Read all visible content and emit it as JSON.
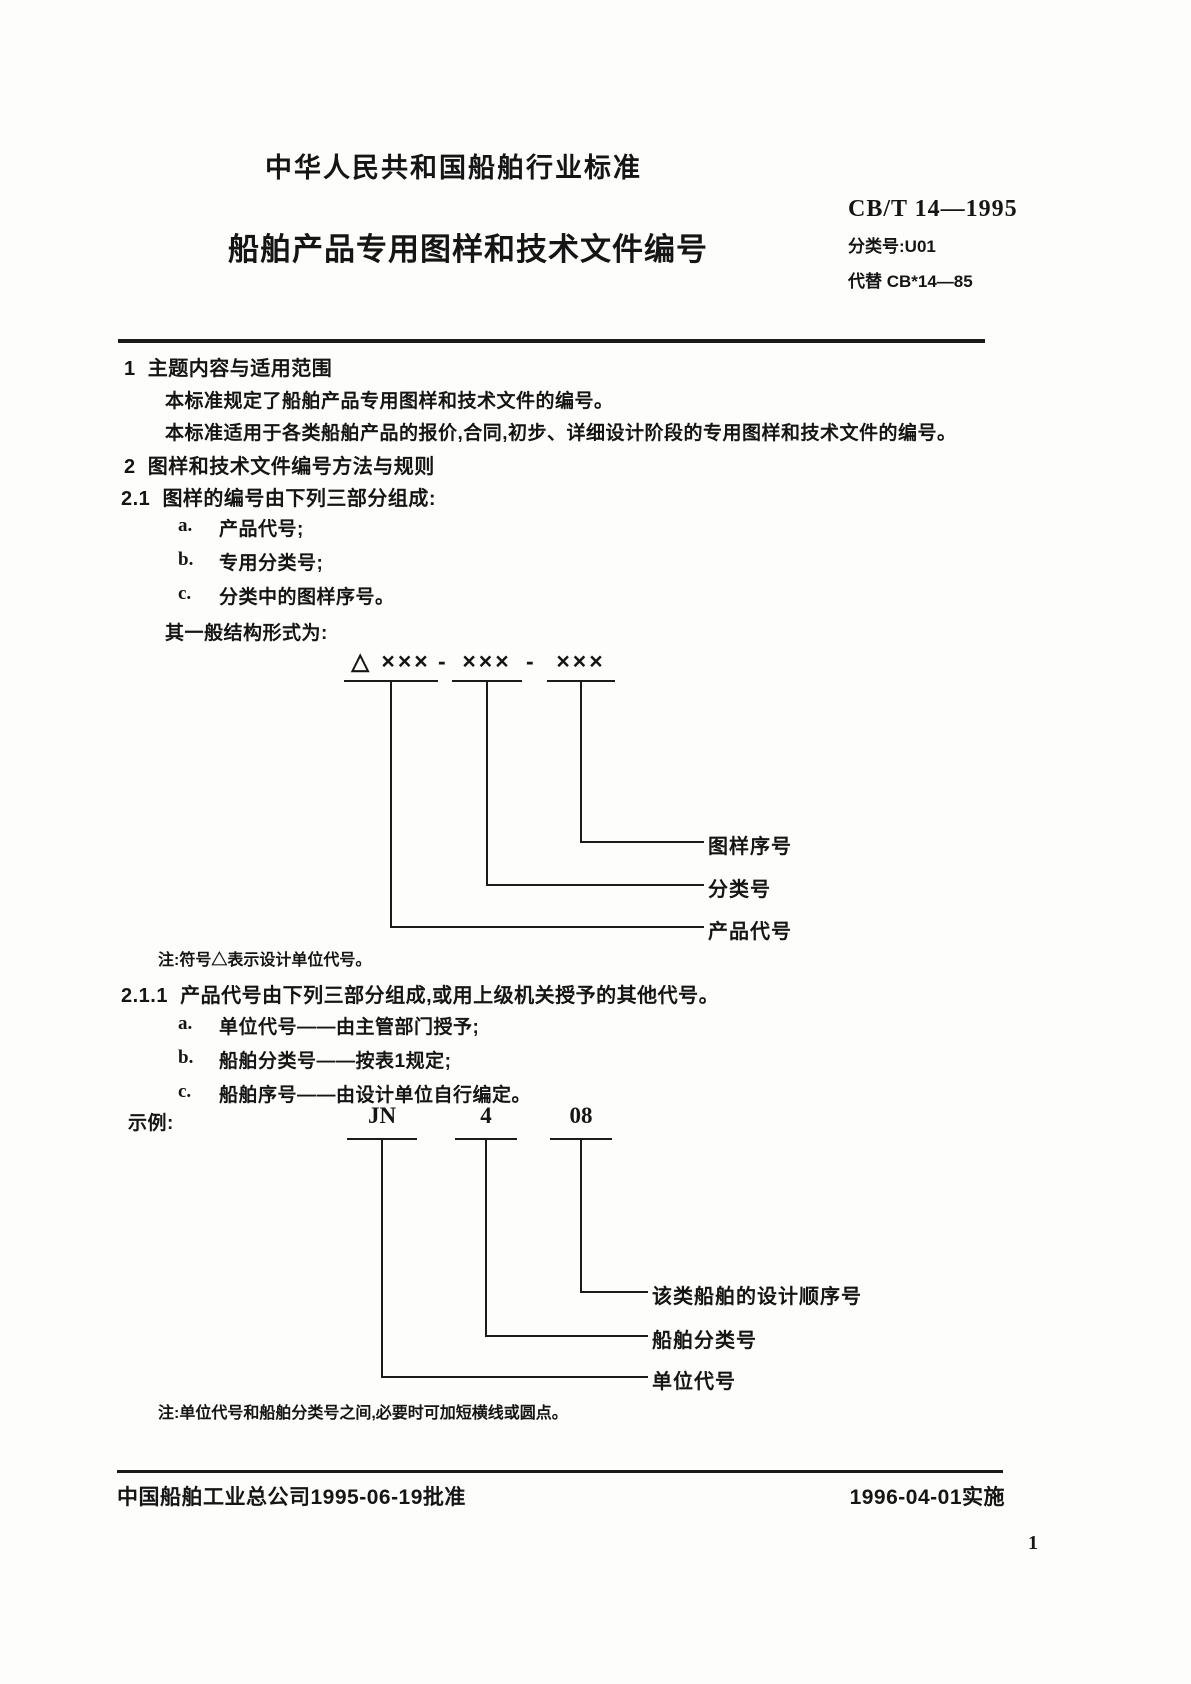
{
  "header": {
    "industry_label": "中华人民共和国船舶行业标准",
    "doc_title": "船舶产品专用图样和技术文件编号",
    "standard_no": "CB/T 14—1995",
    "class_no": "分类号:U01",
    "replaces": "代替 CB*14—85"
  },
  "section1": {
    "no": "1",
    "title": "主题内容与适用范围",
    "para1": "本标准规定了船舶产品专用图样和技术文件的编号。",
    "para2": "本标准适用于各类船舶产品的报价,合同,初步、详细设计阶段的专用图样和技术文件的编号。"
  },
  "section2": {
    "no": "2",
    "title": "图样和技术文件编号方法与规则",
    "s21": {
      "no": "2.1",
      "text": "图样的编号由下列三部分组成:",
      "items": [
        {
          "letter": "a.",
          "text": "产品代号;"
        },
        {
          "letter": "b.",
          "text": "专用分类号;"
        },
        {
          "letter": "c.",
          "text": "分类中的图样序号。"
        }
      ],
      "structure_intro": "其一般结构形式为:",
      "formula": {
        "group1": "△ ×××",
        "dash": "-",
        "group2": "×××",
        "group3": "×××",
        "labels": [
          "图样序号",
          "分类号",
          "产品代号"
        ]
      },
      "note": "注:符号△表示设计单位代号。"
    },
    "s211": {
      "no": "2.1.1",
      "text": "产品代号由下列三部分组成,或用上级机关授予的其他代号。",
      "items": [
        {
          "letter": "a.",
          "text": "单位代号——由主管部门授予;"
        },
        {
          "letter": "b.",
          "text": "船舶分类号——按表1规定;"
        },
        {
          "letter": "c.",
          "text": "船舶序号——由设计单位自行编定。"
        }
      ],
      "example_label": "示例:",
      "example": {
        "codes": [
          "JN",
          "4",
          "08"
        ],
        "labels": [
          "该类船舶的设计顺序号",
          "船舶分类号",
          "单位代号"
        ]
      },
      "note": "注:单位代号和船舶分类号之间,必要时可加短横线或圆点。"
    }
  },
  "footer": {
    "approval": "中国船舶工业总公司1995-06-19批准",
    "implementation": "1996-04-01实施",
    "page_no": "1"
  }
}
